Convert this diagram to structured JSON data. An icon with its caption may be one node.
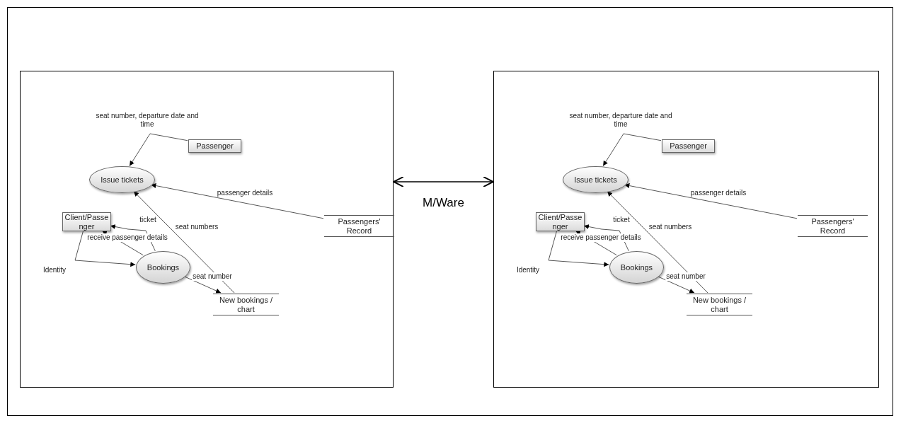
{
  "diagram": {
    "nodes": [
      {
        "text": [],
        "shape": "box"
      },
      {
        "text": [
          "Passenger"
        ],
        "in": 0
      },
      {
        "text": [
          "Issue tickets"
        ],
        "in": 0
      },
      {
        "text": [
          "Client/Passenger"
        ],
        "in": 0
      },
      {
        "text": [
          "Passengers' Record"
        ],
        "in": 0
      },
      {
        "text": [
          "Bookings"
        ],
        "in": 0
      },
      {
        "text": [
          "New bookings / chart"
        ],
        "in": 0
      },
      {
        "text": [],
        "shape": "box"
      },
      {
        "text": [
          "Passenger"
        ],
        "in": 7
      },
      {
        "text": [
          "Issue tickets"
        ],
        "in": 7
      },
      {
        "text": [
          "Client/Passenger"
        ],
        "in": 7
      },
      {
        "text": [
          "Passengers' Record"
        ],
        "in": 7
      },
      {
        "text": [
          "Bookings"
        ],
        "in": 7
      },
      {
        "text": [
          "New bookings / chart"
        ],
        "in": 7
      }
    ],
    "edges": [
      {
        "from": 0,
        "to": 7,
        "arrow": "both",
        "label": "M/Ware"
      },
      {
        "from": 1,
        "to": 2,
        "arrow": "to",
        "label": "seat number, departure date and time"
      },
      {
        "from": 4,
        "to": 2,
        "arrow": "to",
        "label": "passenger details"
      },
      {
        "from": 6,
        "to": 2,
        "arrow": "to",
        "label": "seat numbers"
      },
      {
        "from": 5,
        "to": 3,
        "arrow": "to",
        "label": "ticket"
      },
      {
        "from": 5,
        "to": 3,
        "arrow": "to",
        "label": "receive passenger details"
      },
      {
        "from": 3,
        "to": 5,
        "arrow": "to",
        "label": "Identity"
      },
      {
        "from": 5,
        "to": 6,
        "arrow": "to",
        "label": "seat number"
      },
      {
        "from": 8,
        "to": 9,
        "arrow": "to",
        "label": "seat number, departure date and time"
      },
      {
        "from": 11,
        "to": 9,
        "arrow": "to",
        "label": "passenger details"
      },
      {
        "from": 13,
        "to": 9,
        "arrow": "to",
        "label": "seat numbers"
      },
      {
        "from": 12,
        "to": 10,
        "arrow": "to",
        "label": "ticket"
      },
      {
        "from": 12,
        "to": 10,
        "arrow": "to",
        "label": "receive passenger details"
      },
      {
        "from": 10,
        "to": 12,
        "arrow": "to",
        "label": "Identity"
      },
      {
        "from": 12,
        "to": 13,
        "arrow": "to",
        "label": "seat number"
      }
    ]
  }
}
